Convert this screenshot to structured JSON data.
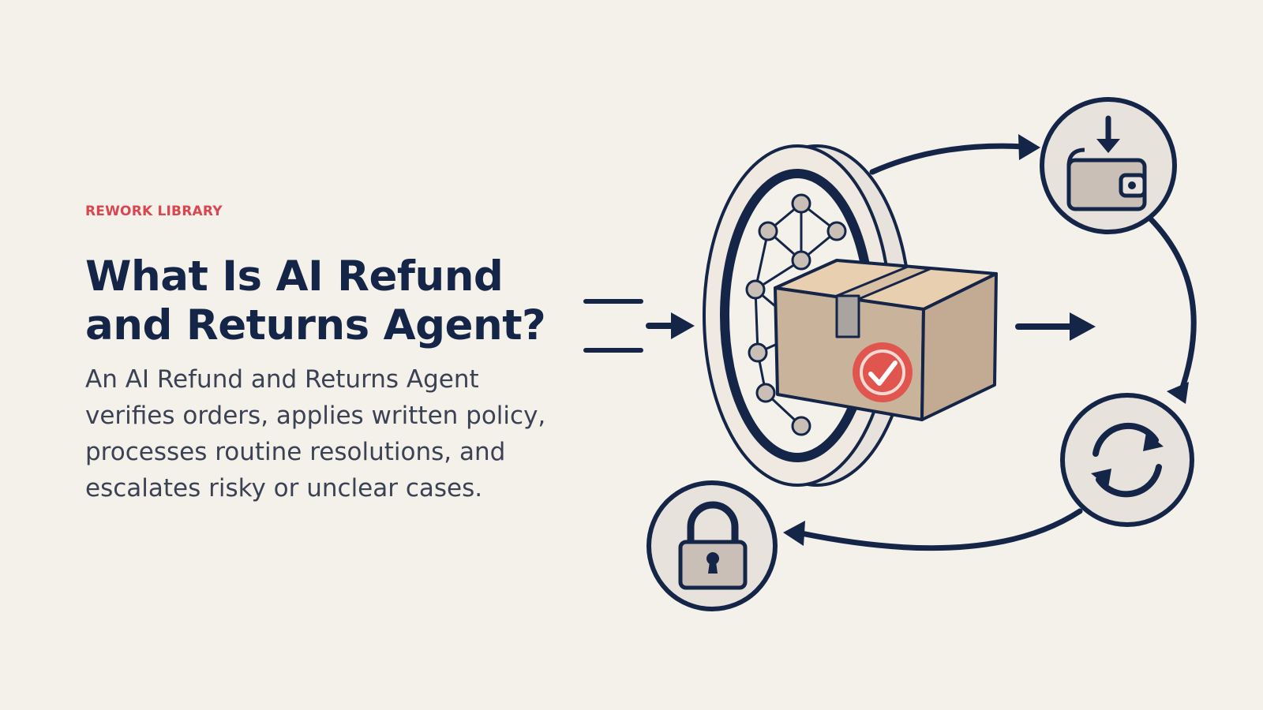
{
  "eyebrow": "REWORK LIBRARY",
  "title_line1": "What Is AI Refund",
  "title_line2": "and Returns Agent?",
  "description": "An AI Refund and Returns Agent verifies orders, applies written policy, processes routine resolutions, and escalates risky or unclear cases.",
  "colors": {
    "background": "#f4f0ea",
    "navy": "#142547",
    "accent_red": "#d9464f",
    "box_tan": "#c9b39a",
    "icon_fill": "#e8e2dc"
  },
  "icons": [
    "network-portal-icon",
    "package-box-icon",
    "checkmark-badge-icon",
    "wallet-download-icon",
    "refresh-cycle-icon",
    "padlock-icon"
  ]
}
